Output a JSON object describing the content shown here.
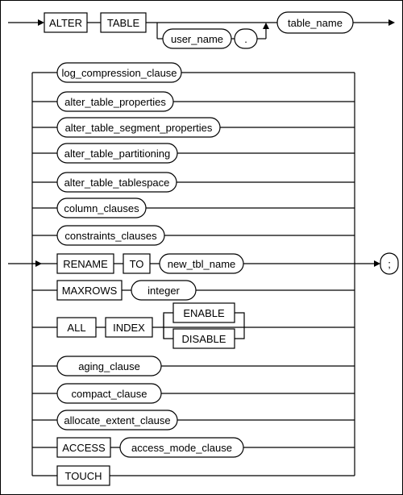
{
  "diagram": {
    "alter_keyword": "ALTER",
    "table_keyword": "TABLE",
    "user_name": "user_name",
    "dot": ".",
    "table_name": "table_name",
    "clauses": {
      "log_compression_clause": "log_compression_clause",
      "alter_table_properties": "alter_table_properties",
      "alter_table_segment_properties": "alter_table_segment_properties",
      "alter_table_partitioning": "alter_table_partitioning",
      "alter_table_tablespace": "alter_table_tablespace",
      "column_clauses": "column_clauses",
      "constraints_clauses": "constraints_clauses",
      "rename_keyword": "RENAME",
      "to_keyword": "TO",
      "new_tbl_name": "new_tbl_name",
      "maxrows_keyword": "MAXROWS",
      "integer": "integer",
      "all_keyword": "ALL",
      "index_keyword": "INDEX",
      "enable_keyword": "ENABLE",
      "disable_keyword": "DISABLE",
      "aging_clause": "aging_clause",
      "compact_clause": "compact_clause",
      "allocate_extent_clause": "allocate_extent_clause",
      "access_keyword": "ACCESS",
      "access_mode_clause": "access_mode_clause",
      "touch_keyword": "TOUCH"
    },
    "terminator": ";"
  }
}
